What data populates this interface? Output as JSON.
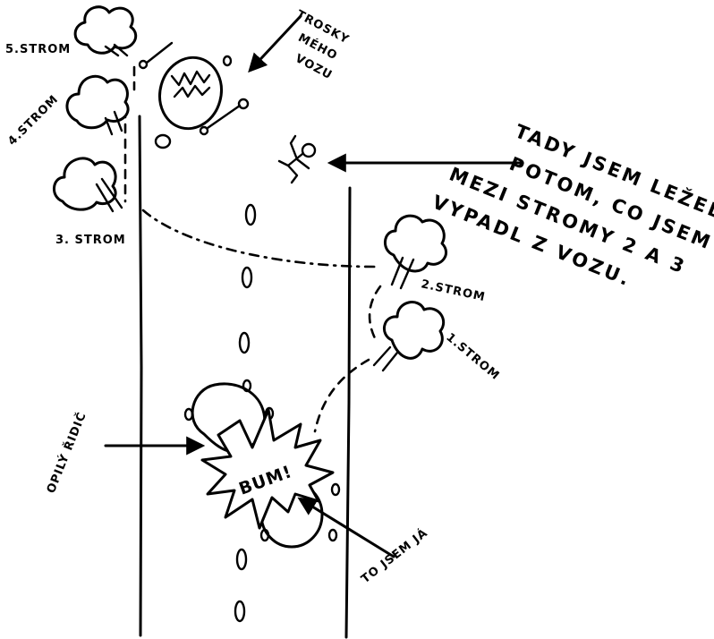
{
  "trees": {
    "tree1": "1.STROM",
    "tree2": "2.STROM",
    "tree3": "3. STROM",
    "tree4": "4.STROM",
    "tree5": "5.STROM"
  },
  "wreck_label_lines": [
    "TROSKY",
    "MÉHO",
    "VOZU"
  ],
  "main_note_lines": [
    "TADY JSEM LEŽEL",
    "POTOM, CO JSEM",
    "MEZI STROMY 2 A 3",
    "VYPADL Z VOZU."
  ],
  "drunk_driver_label": "OPILÝ ŘIDIČ",
  "crash_sound": "BUM!",
  "me_label": "TO JSEM JÁ"
}
